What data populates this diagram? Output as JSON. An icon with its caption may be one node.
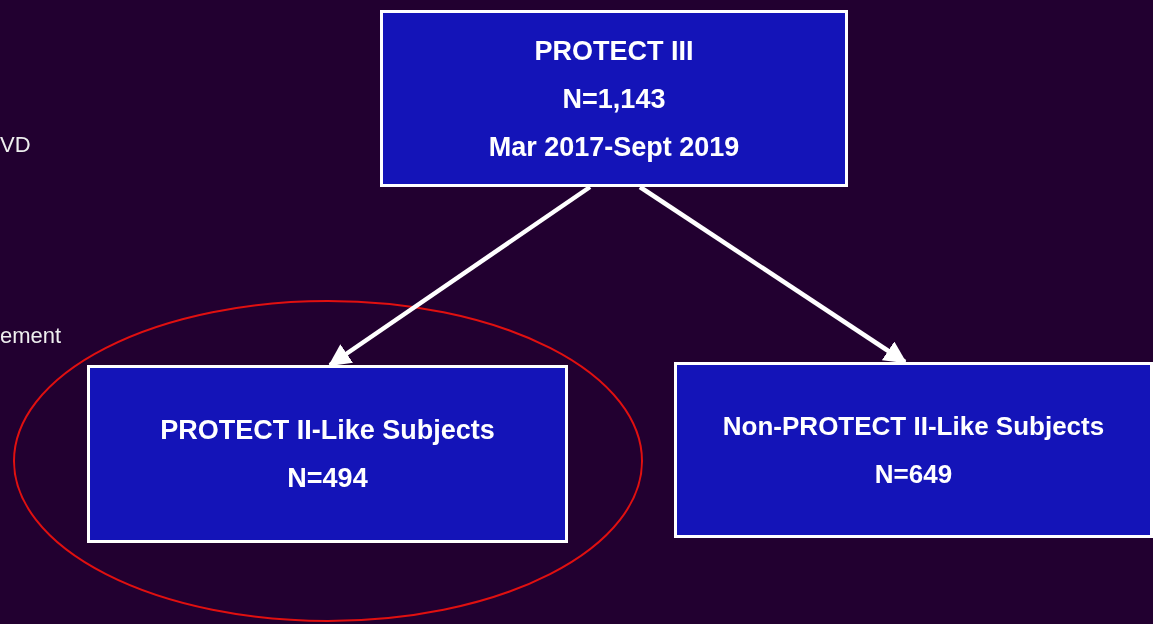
{
  "diagram": {
    "nodes": [
      {
        "text": [
          "PROTECT III",
          "N=1,143",
          "Mar 2017-Sept 2019"
        ]
      },
      {
        "text": [],
        "shape": "ellipse"
      },
      {
        "text": [
          "PROTECT II-Like Subjects",
          "N=494"
        ],
        "in": 1
      },
      {
        "text": [
          "Non-PROTECT II-Like Subjects",
          "N=649"
        ]
      }
    ],
    "edges": [
      {
        "from": 0,
        "to": 2,
        "arrow": "to"
      },
      {
        "from": 0,
        "to": 3,
        "arrow": "to"
      }
    ],
    "labels": [
      "VD",
      "ement"
    ]
  }
}
